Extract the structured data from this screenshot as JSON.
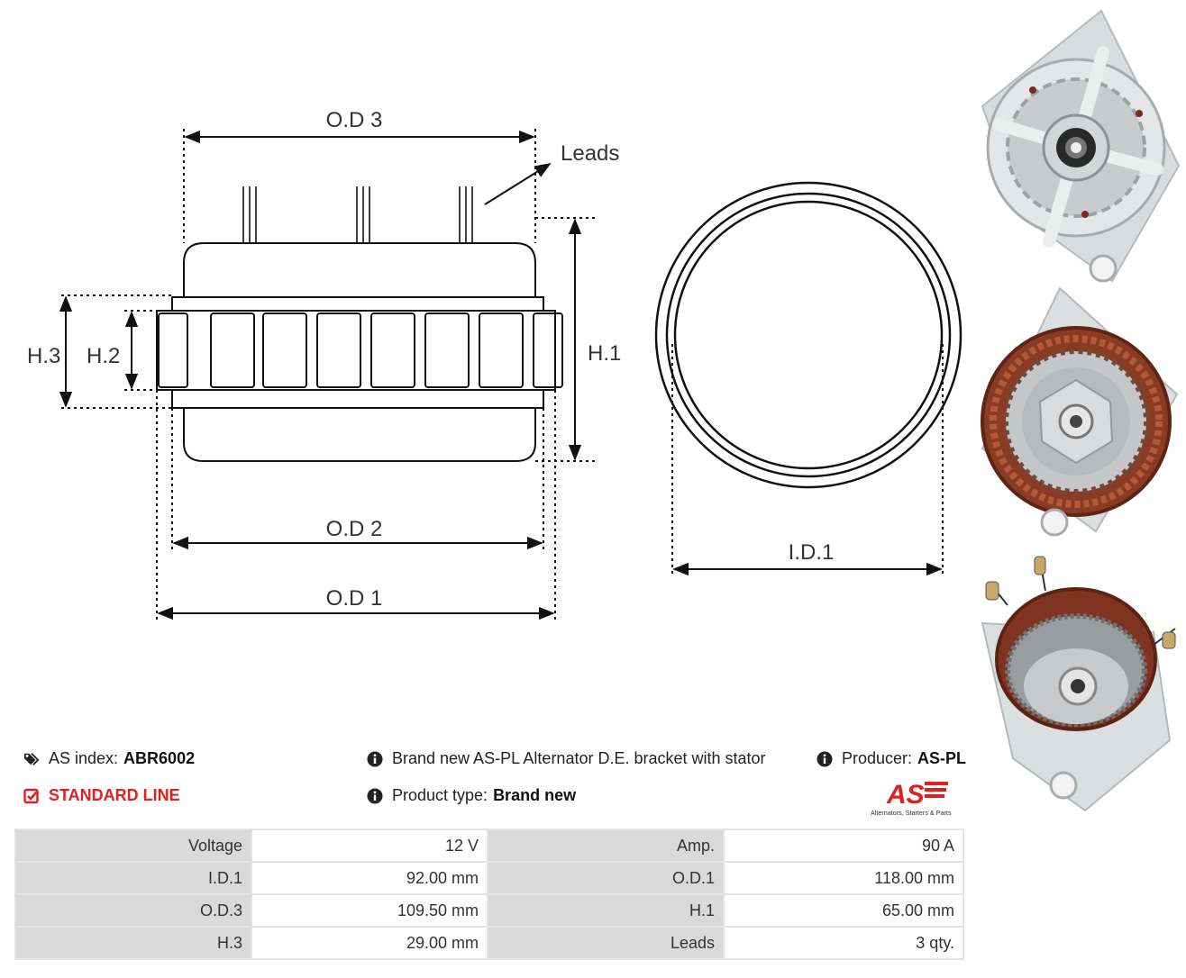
{
  "drawing": {
    "od3": "O.D 3",
    "leads": "Leads",
    "h1": "H.1",
    "h2": "H.2",
    "h3": "H.3",
    "od2": "O.D 2",
    "od1": "O.D 1",
    "id1": "I.D.1"
  },
  "info": {
    "as_index_label": "AS index:",
    "as_index_value": "ABR6002",
    "line": "STANDARD LINE",
    "description": "Brand new AS-PL Alternator D.E. bracket with stator",
    "product_type_label": "Product type:",
    "product_type_value": "Brand new",
    "producer_label": "Producer:",
    "producer_value": "AS-PL"
  },
  "logo": {
    "mark": "AS",
    "tagline": "Alternators, Starters & Parts",
    "color": "#e02020"
  },
  "specs": [
    {
      "l1": "Voltage",
      "v1": "12 V",
      "l2": "Amp.",
      "v2": "90 A"
    },
    {
      "l1": "I.D.1",
      "v1": "92.00 mm",
      "l2": "O.D.1",
      "v2": "118.00 mm"
    },
    {
      "l1": "O.D.3",
      "v1": "109.50 mm",
      "l2": "H.1",
      "v2": "65.00 mm"
    },
    {
      "l1": "H.3",
      "v1": "29.00 mm",
      "l2": "Leads",
      "v2": "3 qty."
    }
  ],
  "icons": {
    "tags": "tags-icon",
    "check": "check-square-icon",
    "info": "info-circle-icon"
  }
}
